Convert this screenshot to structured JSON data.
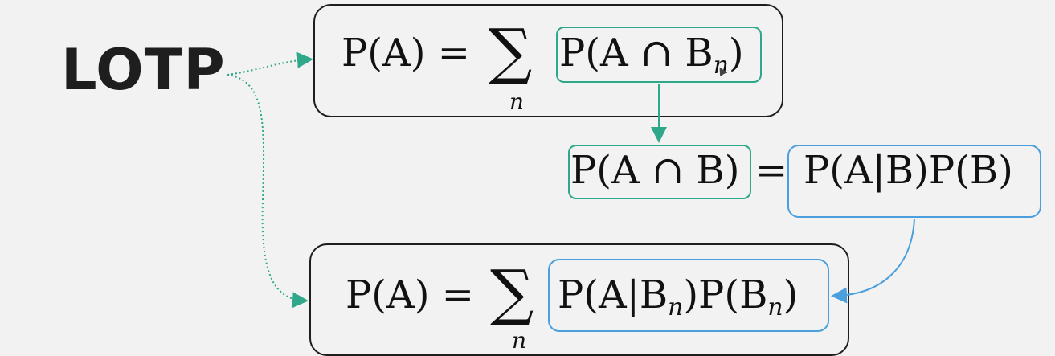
{
  "title": "LOTP",
  "eq1": {
    "lhs": "P(A)",
    "equals": "=",
    "sigma": "∑",
    "index": "n",
    "term_P": "P(A ∩ B",
    "term_sub": "n",
    "term_close": ")"
  },
  "eq2": {
    "lhs": "P(A ∩ B)",
    "equals": "=",
    "rhs": "P(A|B)P(B)"
  },
  "eq3": {
    "lhs": "P(A)",
    "equals": "=",
    "sigma": "∑",
    "index": "n",
    "t1": "P(A|B",
    "t1_sub": "n",
    "t2": ")P(B",
    "t2_sub": "n",
    "t3": ")"
  },
  "colors": {
    "green": "#2ea888",
    "blue": "#4a9fdc",
    "dark": "#1e1e1e",
    "background": "#f2f2f2"
  }
}
